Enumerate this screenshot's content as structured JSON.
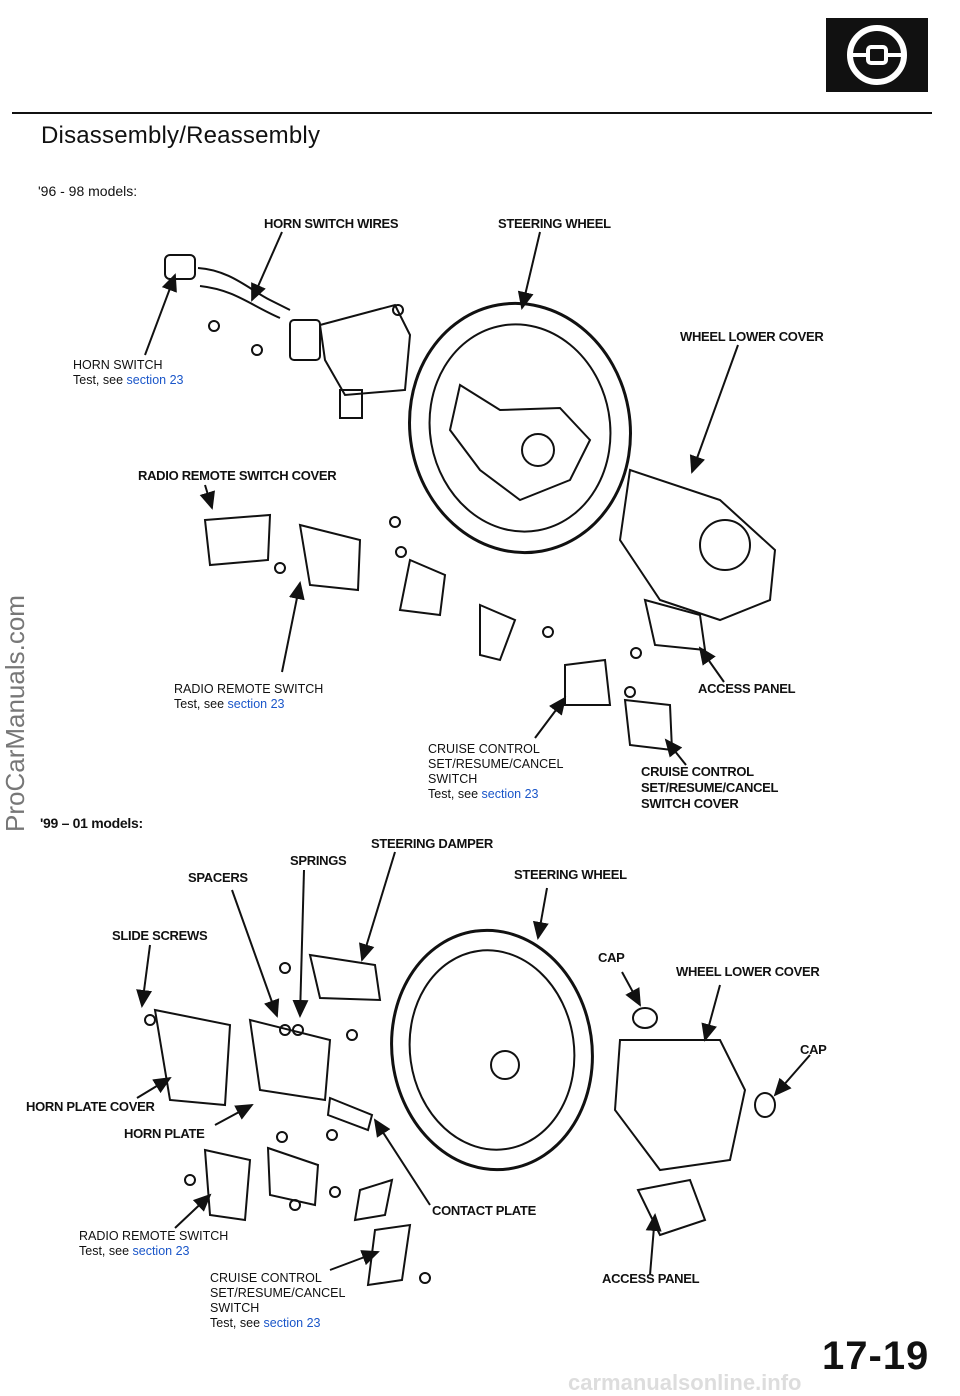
{
  "page": {
    "title": "Disassembly/Reassembly",
    "section_1_label": "'96 - 98 models:",
    "section_2_label": "'99 – 01 models:",
    "page_number": "17-19",
    "watermark": "ProCarManuals.com",
    "footer": "carmanualsonline.info"
  },
  "labels_96_98": {
    "horn_switch_wires": "HORN SWITCH WIRES",
    "steering_wheel": "STEERING WHEEL",
    "wheel_lower_cover": "WHEEL LOWER COVER",
    "radio_remote_switch_cover": "RADIO REMOTE SWITCH COVER",
    "access_panel": "ACCESS PANEL",
    "cruise_cover_1": "CRUISE CONTROL",
    "cruise_cover_2": "SET/RESUME/CANCEL",
    "cruise_cover_3": "SWITCH COVER",
    "horn_switch": "HORN SWITCH",
    "horn_switch_test": "Test, see ",
    "horn_switch_link": "section 23",
    "radio_switch": "RADIO REMOTE SWITCH",
    "radio_switch_test": "Test, see ",
    "radio_switch_link": "section 23",
    "cruise_switch_1": "CRUISE CONTROL",
    "cruise_switch_2": "SET/RESUME/CANCEL",
    "cruise_switch_3": "SWITCH",
    "cruise_switch_test": "Test, see ",
    "cruise_switch_link": "section 23"
  },
  "labels_99_01": {
    "steering_damper": "STEERING DAMPER",
    "springs": "SPRINGS",
    "spacers": "SPACERS",
    "steering_wheel": "STEERING WHEEL",
    "slide_screws": "SLIDE SCREWS",
    "cap_1": "CAP",
    "wheel_lower_cover": "WHEEL LOWER COVER",
    "cap_2": "CAP",
    "horn_plate_cover": "HORN PLATE COVER",
    "horn_plate": "HORN PLATE",
    "contact_plate": "CONTACT PLATE",
    "access_panel": "ACCESS PANEL",
    "radio_switch": "RADIO REMOTE SWITCH",
    "radio_switch_test": "Test, see ",
    "radio_switch_link": "section 23",
    "cruise_switch_1": "CRUISE CONTROL",
    "cruise_switch_2": "SET/RESUME/CANCEL",
    "cruise_switch_3": "SWITCH",
    "cruise_switch_test": "Test, see ",
    "cruise_switch_link": "section 23"
  }
}
